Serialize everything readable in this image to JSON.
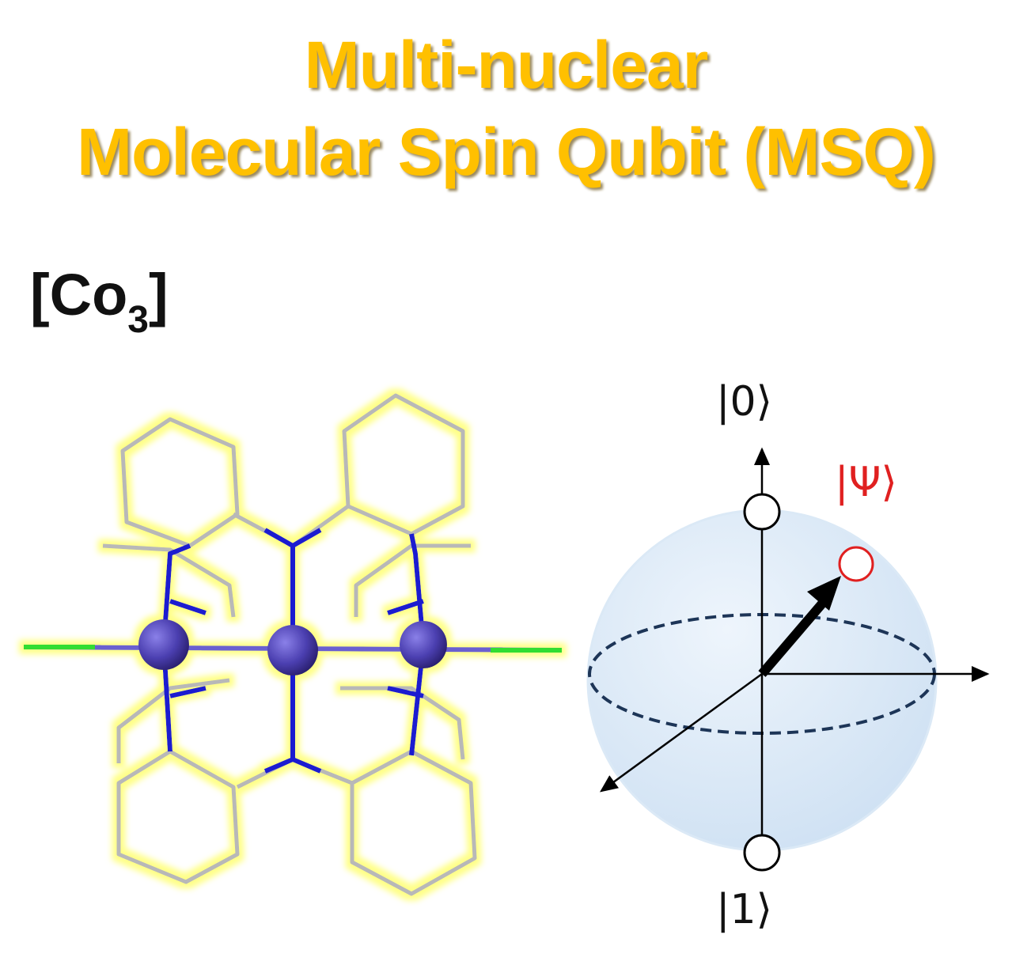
{
  "title": {
    "line1": "Multi-nuclear",
    "line2": "Molecular Spin Qubit (MSQ)",
    "color": "#FFC000"
  },
  "compound": {
    "label_main": "[Co",
    "label_sub": "3",
    "label_close": "]"
  },
  "bloch_sphere": {
    "ket_zero": "|0⟩",
    "ket_one": "|1⟩",
    "ket_psi": "|Ψ⟩",
    "psi_color": "#E02020"
  },
  "colors": {
    "metal": "#4B3FB0",
    "nitrogen_bond": "#1F1FD0",
    "carbon_bond": "#B8B8B8",
    "chloride": "#33DD33",
    "glow": "#FFFF99"
  }
}
